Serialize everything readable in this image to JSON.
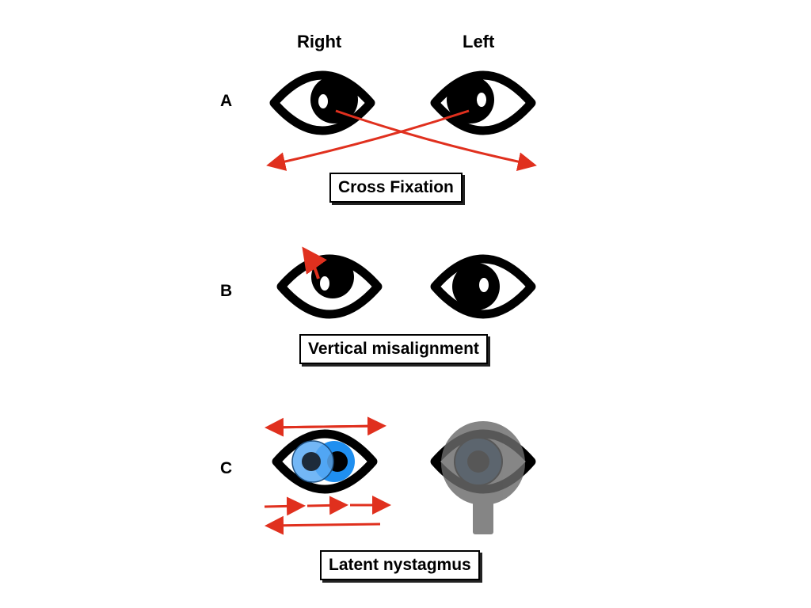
{
  "columns": {
    "right": "Right",
    "left": "Left"
  },
  "rows": [
    {
      "label": "A",
      "caption": "Cross Fixation"
    },
    {
      "label": "B",
      "caption": "Vertical misalignment"
    },
    {
      "label": "C",
      "caption": "Latent nystagmus"
    }
  ],
  "colors": {
    "ink": "#000000",
    "arrow": "#e0301e",
    "iris_light": "#5aaaf5",
    "iris_bright": "#1f8ff0",
    "iris_dark": "#1d4e7e",
    "occluder": "#6b6b6b"
  }
}
